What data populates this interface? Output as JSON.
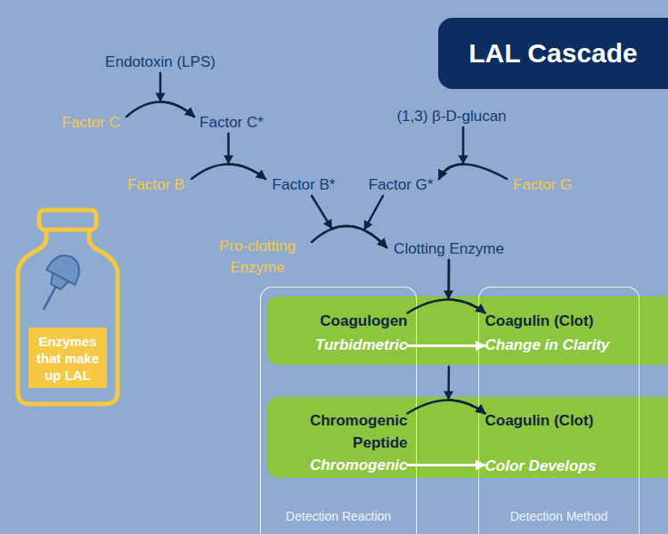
{
  "diagram": {
    "title": "LAL Cascade",
    "nodes": [
      {
        "text": [
          "Endotoxin (LPS)"
        ]
      },
      {
        "text": [
          "Factor C"
        ]
      },
      {
        "text": [
          "Factor C*"
        ]
      },
      {
        "text": [
          "(1,3) β-D-glucan"
        ]
      },
      {
        "text": [
          "Factor B"
        ]
      },
      {
        "text": [
          "Factor B*"
        ]
      },
      {
        "text": [
          "Factor G*"
        ]
      },
      {
        "text": [
          "Factor G"
        ]
      },
      {
        "text": [
          "Enzymes that make up LAL"
        ]
      },
      {
        "text": [
          "Pro-clotting Enzyme"
        ]
      },
      {
        "text": [
          "Clotting Enzyme"
        ]
      },
      {
        "text": [
          "Detection Reaction"
        ]
      },
      {
        "text": [
          "Coagulogen",
          "Turbidmetric"
        ],
        "in": 11
      },
      {
        "text": [
          "Chromogenic Peptide",
          "Chromogenic"
        ],
        "in": 11
      },
      {
        "text": [
          "Detection Method"
        ]
      },
      {
        "text": [
          "Coagulin (Clot)",
          "Change in Clarity"
        ],
        "in": 14
      },
      {
        "text": [
          "Coagulin (Clot)",
          "Color Develops"
        ],
        "in": 14
      }
    ],
    "edges": [
      {
        "from": 1,
        "to": 2,
        "arrow": "to"
      },
      {
        "from": 0,
        "to": 2,
        "arrow": "to"
      },
      {
        "from": 4,
        "to": 5,
        "arrow": "to"
      },
      {
        "from": 2,
        "to": 5,
        "arrow": "to"
      },
      {
        "from": 7,
        "to": 6,
        "arrow": "to"
      },
      {
        "from": 3,
        "to": 6,
        "arrow": "to"
      },
      {
        "from": 9,
        "to": 10,
        "arrow": "to"
      },
      {
        "from": 5,
        "to": 10,
        "arrow": "to"
      },
      {
        "from": 6,
        "to": 10,
        "arrow": "to"
      },
      {
        "from": 12,
        "to": 15,
        "arrow": "to"
      },
      {
        "from": 12,
        "to": 15,
        "arrow": "to"
      },
      {
        "from": 10,
        "to": 15,
        "arrow": "to"
      },
      {
        "from": 13,
        "to": 16,
        "arrow": "to"
      },
      {
        "from": 13,
        "to": 16,
        "arrow": "to"
      },
      {
        "from": 10,
        "to": 16,
        "arrow": "to"
      }
    ]
  }
}
